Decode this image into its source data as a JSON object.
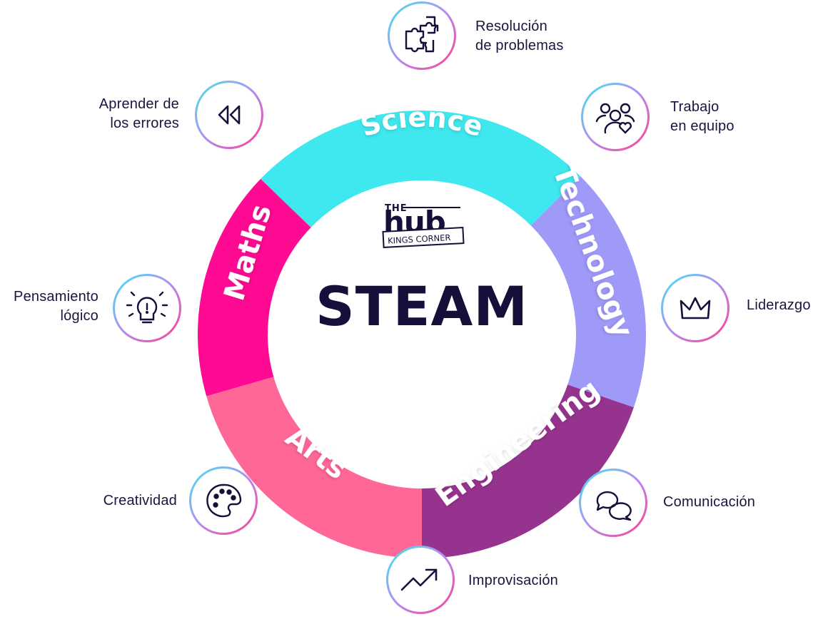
{
  "center": {
    "title": "STEAM",
    "logo": {
      "line1": "THE",
      "line2": "hub",
      "line3": "KINGS CORNER"
    }
  },
  "ring_segments": [
    {
      "label": "Science",
      "color": "#3ee8ee"
    },
    {
      "label": "Technology",
      "color": "#9f99f8"
    },
    {
      "label": "Engineering",
      "color": "#96338f"
    },
    {
      "label": "Arts",
      "color": "#ff6797"
    },
    {
      "label": "Maths",
      "color": "#ff0a92"
    }
  ],
  "skills": [
    {
      "icon": "puzzle-icon",
      "lines": [
        "Resolución",
        "de problemas"
      ]
    },
    {
      "icon": "team-heart-icon",
      "lines": [
        "Trabajo",
        "en equipo"
      ]
    },
    {
      "icon": "crown-icon",
      "lines": [
        "Liderazgo"
      ]
    },
    {
      "icon": "chat-bubbles-icon",
      "lines": [
        "Comunicación"
      ]
    },
    {
      "icon": "trend-arrow-icon",
      "lines": [
        "Improvisación"
      ]
    },
    {
      "icon": "palette-icon",
      "lines": [
        "Creatividad"
      ]
    },
    {
      "icon": "lightbulb-icon",
      "lines": [
        "Pensamiento",
        "lógico"
      ]
    },
    {
      "icon": "rewind-icon",
      "lines": [
        "Aprender de",
        "los errores"
      ]
    }
  ],
  "badge_gradient": [
    "#3ee8ee",
    "#b48cf0",
    "#ff3d8f"
  ]
}
